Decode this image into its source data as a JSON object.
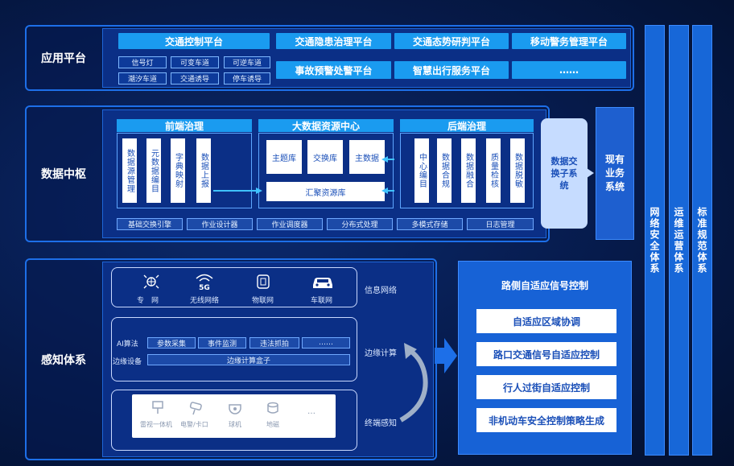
{
  "app": {
    "label": "应用平台",
    "platforms": [
      "交通控制平台",
      "交通隐患治理平台",
      "交通态势研判平台",
      "移动警务管理平台",
      "事故预警处警平台",
      "智慧出行服务平台",
      "……"
    ],
    "sub_items": [
      "信号灯",
      "可变车道",
      "可逆车道",
      "潮汐车道",
      "交通诱导",
      "停车诱导"
    ]
  },
  "data_hub": {
    "label": "数据中枢",
    "front": {
      "title": "前端治理",
      "items": [
        "数据源管理",
        "元数据编目",
        "字典映射",
        "数据上报"
      ]
    },
    "center": {
      "title": "大数据资源中心",
      "items": [
        "主题库",
        "交换库",
        "主数据"
      ],
      "pool": "汇聚资源库"
    },
    "back": {
      "title": "后端治理",
      "items": [
        "中心编目",
        "数据合规",
        "数据融合",
        "质量检核",
        "数据脱敏"
      ]
    },
    "tools": [
      "基础交换引擎",
      "作业设计器",
      "作业调度器",
      "分布式处理",
      "多模式存储",
      "日志管理"
    ],
    "exchange": "数据交换子系统",
    "existing": "现有业务系统"
  },
  "sense": {
    "label": "感知体系",
    "network": {
      "label": "信息网络",
      "items": [
        "专　网",
        "无线网络",
        "物联网",
        "车联网"
      ]
    },
    "edge": {
      "label": "边缘计算",
      "ai_label": "AI算法",
      "ai_items": [
        "参数采集",
        "事件监测",
        "违法抓拍",
        "……"
      ],
      "device_label": "边缘设备",
      "device_value": "边缘计算盒子"
    },
    "terminal": {
      "label": "终端感知",
      "items": [
        "雷视一体机",
        "电警/卡口",
        "球机",
        "地磁",
        "…"
      ]
    }
  },
  "signal": {
    "title": "路侧自适应信号控制",
    "items": [
      "自适应区域协调",
      "路口交通信号自适应控制",
      "行人过街自适应控制",
      "非机动车安全控制策略生成"
    ]
  },
  "systems": [
    "网络安全体系",
    "运维运营体系",
    "标准规范体系"
  ],
  "icons": {
    "network": [
      "crosshair-network-icon",
      "wifi-5g-icon",
      "iot-chip-icon",
      "car-icon"
    ],
    "terminal": [
      "radar-camera-icon",
      "bullet-camera-icon",
      "dome-camera-icon",
      "geomagnetic-icon"
    ]
  },
  "colors": {
    "panel_border": "#1d6fe8",
    "cyan": "#1a9bf0",
    "background": "#061a4a"
  }
}
